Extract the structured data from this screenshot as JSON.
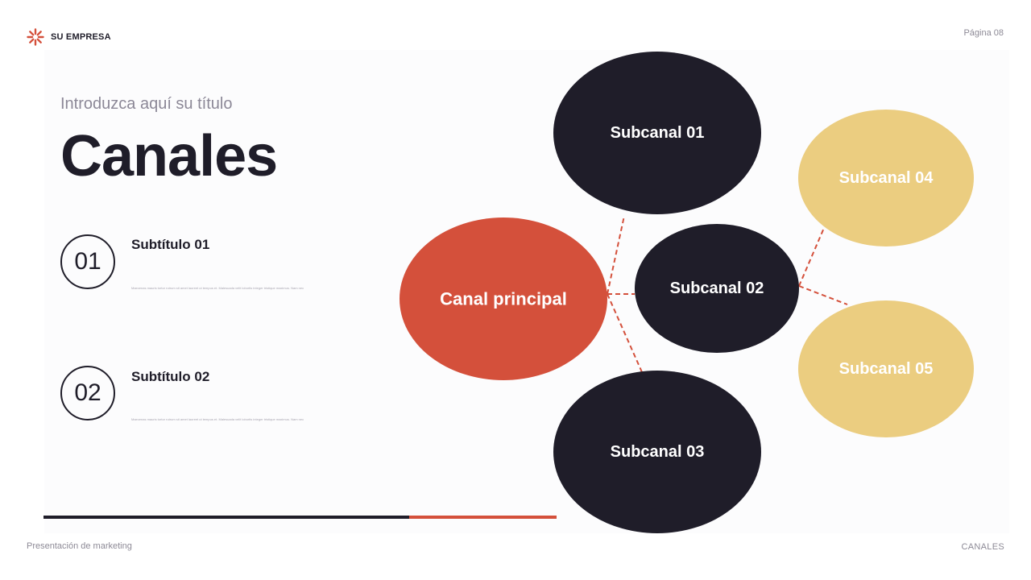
{
  "brand": {
    "name": "SU EMPRESA",
    "logo_icon": "sunburst-icon",
    "accent_color": "#d4503b"
  },
  "header": {
    "page_number": "Página 08"
  },
  "main": {
    "kicker": "Introduzca aquí su título",
    "title": "Canales",
    "items": [
      {
        "number": "01",
        "subtitle": "Subtítulo 01",
        "body": "Maecenas mauris tortor rutrum sit amet laoreet ut tempus et. Malesuada velit lobortis integer tristique maximus. Nam nec"
      },
      {
        "number": "02",
        "subtitle": "Subtítulo 02",
        "body": "Maecenas mauris tortor rutrum sit amet laoreet ut tempus et. Malesuada velit lobortis integer tristique maximus. Nam nec"
      }
    ]
  },
  "diagram": {
    "colors": {
      "main": "#d4503b",
      "dark": "#1f1d29",
      "gold": "#ebcd80",
      "connector": "#d4503b"
    },
    "nodes": [
      {
        "id": "main",
        "label": "Canal principal",
        "style": "main"
      },
      {
        "id": "sub01",
        "label": "Subcanal 01",
        "style": "dark"
      },
      {
        "id": "sub02",
        "label": "Subcanal 02",
        "style": "dark"
      },
      {
        "id": "sub03",
        "label": "Subcanal 03",
        "style": "dark"
      },
      {
        "id": "sub04",
        "label": "Subcanal 04",
        "style": "gold"
      },
      {
        "id": "sub05",
        "label": "Subcanal 05",
        "style": "gold"
      }
    ],
    "edges": [
      {
        "from": "main",
        "to": "sub01"
      },
      {
        "from": "main",
        "to": "sub02"
      },
      {
        "from": "main",
        "to": "sub03"
      },
      {
        "from": "sub02",
        "to": "sub04"
      },
      {
        "from": "sub02",
        "to": "sub05"
      }
    ]
  },
  "footer": {
    "left": "Presentación de marketing",
    "right": "CANALES"
  }
}
